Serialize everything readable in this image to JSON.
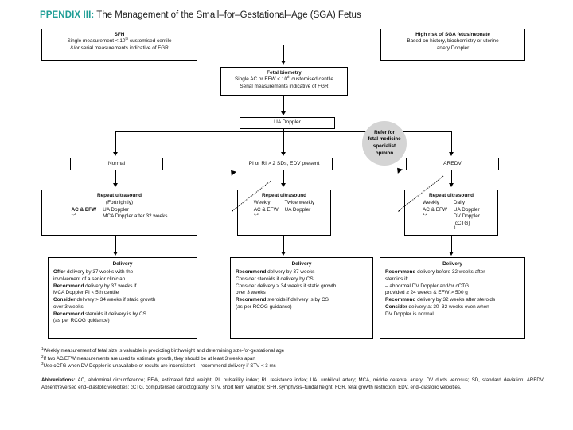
{
  "header": {
    "appendix_label": "PPENDIX III:",
    "title": "The Management of the Small–for–Gestational–Age (SGA) Fetus",
    "accent_color": "#1f9e96"
  },
  "flow": {
    "sfh": {
      "title": "SFH",
      "line1": "Single measurement < 10",
      "line1_sup": "th",
      "line1_end": " customised centile",
      "line2": "&/or serial measurements indicative of FGR"
    },
    "high_risk": {
      "title": "High risk of SGA fetus/neonate",
      "line1": "Based on history, biochemistry or uterine",
      "line2": "artery Doppler"
    },
    "fetal_biometry": {
      "title": "Fetal biometry",
      "line1": "Single AC or EFW < 10",
      "line1_sup": "th",
      "line1_end": " customised centile",
      "line2": "Serial measurements indicative of FGR"
    },
    "ua_doppler": {
      "label": "UA Doppler"
    },
    "refer": {
      "line1": "Refer for",
      "line2": "fetal medicine",
      "line3": "specialist",
      "line4": "opinion",
      "fill": "#d4d4d4"
    },
    "outcomes": [
      {
        "label": "Normal"
      },
      {
        "label": "PI or RI > 2 SDs, EDV present"
      },
      {
        "label": "AREDV"
      }
    ],
    "repeat_ultrasound": [
      {
        "title": "Repeat ultrasound",
        "subtitle": "(Fortnightly)",
        "col1": [
          "AC & EFW"
        ],
        "col1_sup": "1,2",
        "col2": [
          "UA Doppler",
          "MCA Doppler after 32 weeks"
        ]
      },
      {
        "title": "Repeat ultrasound",
        "col1": [
          "Weekly",
          "AC & EFW"
        ],
        "col1_sup": "1,2",
        "col2": [
          "Twice weekly",
          "UA Doppler"
        ]
      },
      {
        "title": "Repeat ultrasound",
        "col1": [
          "Weekly",
          "AC & EFW"
        ],
        "col1_sup": "1,2",
        "col2": [
          "Daily",
          "UA Doppler",
          "DV Doppler",
          "[cCTG]"
        ],
        "col2_last_sup": "3"
      }
    ],
    "delivery": [
      {
        "title": "Delivery",
        "items": [
          {
            "bold": "Offer",
            "rest": " delivery by 37 weeks with the"
          },
          {
            "bold": "",
            "rest": "involvement of a senior clinician"
          },
          {
            "bold": "Recommend",
            "rest": " delivery by 37 weeks if"
          },
          {
            "bold": "",
            "rest": "MCA Doppler PI < 5th centile"
          },
          {
            "bold": "Consider",
            "rest": " delivery > 34 weeks if static growth"
          },
          {
            "bold": "",
            "rest": "over 3 weeks"
          },
          {
            "bold": "Recommend",
            "rest": " steroids if delivery is by CS"
          },
          {
            "bold": "",
            "rest": "(as per RCOG guidance)"
          }
        ]
      },
      {
        "title": "Delivery",
        "items": [
          {
            "bold": "Recommend",
            "rest": " delivery by 37 weeks"
          },
          {
            "bold": "",
            "rest": "Consider steroids if delivery by CS"
          },
          {
            "bold": "",
            "rest": "Consider delivery > 34 weeks if static growth"
          },
          {
            "bold": "",
            "rest": "over 3 weeks"
          },
          {
            "bold": "Recommend",
            "rest": " steroids if delivery is by CS"
          },
          {
            "bold": "",
            "rest": "(as per RCOG guidance)"
          }
        ]
      },
      {
        "title": "Delivery",
        "items": [
          {
            "bold": "Recommend",
            "rest": " delivery before 32 weeks after"
          },
          {
            "bold": "",
            "rest": "steroids if:"
          },
          {
            "bold": "",
            "rest": "– abnormal DV Doppler and/or cCTG"
          },
          {
            "bold": "",
            "rest": "provided ≥ 24 weeks & EFW > 500 g"
          },
          {
            "bold": "Recommend",
            "rest": " delivery by 32 weeks after steroids"
          },
          {
            "bold": "Consider",
            "rest": " delivery at 30–32 weeks even when"
          },
          {
            "bold": "",
            "rest": "DV Doppler is normal"
          }
        ]
      }
    ]
  },
  "footnotes": [
    {
      "num": "1",
      "text": "Weekly measurement of fetal size is valuable in predicting birthweight and determining size-for-gestational age"
    },
    {
      "num": "2",
      "text": "If two AC/EFW measurements are used to estimate growth, they should be at least 3 weeks apart"
    },
    {
      "num": "3",
      "text": "Use cCTG when DV Doppler is unavailable or results are inconsistent – recommend delivery if STV < 3 ms"
    }
  ],
  "abbreviations": {
    "label": "Abbreviations:",
    "text": " AC, abdominal circumference; EFW, estimated fetal weight; PI, pulsatility index; RI, resistance index; UA, umbilical artery; MCA, middle cerebral artery; DV ducts venosus; SD, standard deviation; AREDV, Absent/reversed end–diastolic velocities; cCTG, computerised cardiotography; STV, short term variation; SFH, symphysis–fundal height; FGR, fetal growth restriction; EDV, end–diastolic velocities."
  }
}
